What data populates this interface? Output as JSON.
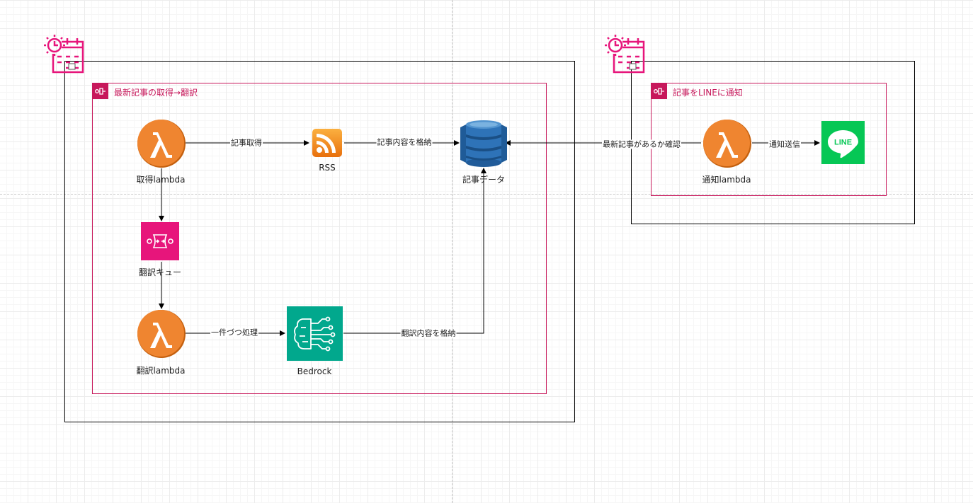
{
  "colors": {
    "lambda": "#ef8530",
    "lambda_dark": "#c4600f",
    "sqs": "#e7157b",
    "bedrock": "#01a88d",
    "dynamodb": "#2e73b8",
    "line": "#06c755",
    "rss": "#f7941d",
    "group_border": "#c7185b",
    "scheduler": "#e7157b"
  },
  "groups": {
    "fetch": {
      "title": "最新記事の取得→翻訳"
    },
    "notify": {
      "title": "記事をLINEに通知"
    }
  },
  "nodes": {
    "fetch_lambda": {
      "label": "取得lambda",
      "icon": "lambda-icon"
    },
    "rss": {
      "label": "RSS",
      "icon": "rss-icon"
    },
    "dynamodb": {
      "label": "記事データ",
      "icon": "dynamodb-icon"
    },
    "queue": {
      "label": "翻訳キュー",
      "icon": "sqs-icon"
    },
    "translate_lambda": {
      "label": "翻訳lambda",
      "icon": "lambda-icon"
    },
    "bedrock": {
      "label": "Bedrock",
      "icon": "bedrock-icon"
    },
    "notify_lambda": {
      "label": "通知lambda",
      "icon": "lambda-icon"
    },
    "line": {
      "label": "LINE",
      "icon": "line-icon"
    }
  },
  "edges": {
    "fetch_rss": "記事取得",
    "rss_db": "記事内容を格納",
    "one_by_one": "一件づつ処理",
    "bedrock_db": "翻訳内容を格納",
    "check_new": "最新記事があるか確認",
    "send": "通知送信"
  }
}
